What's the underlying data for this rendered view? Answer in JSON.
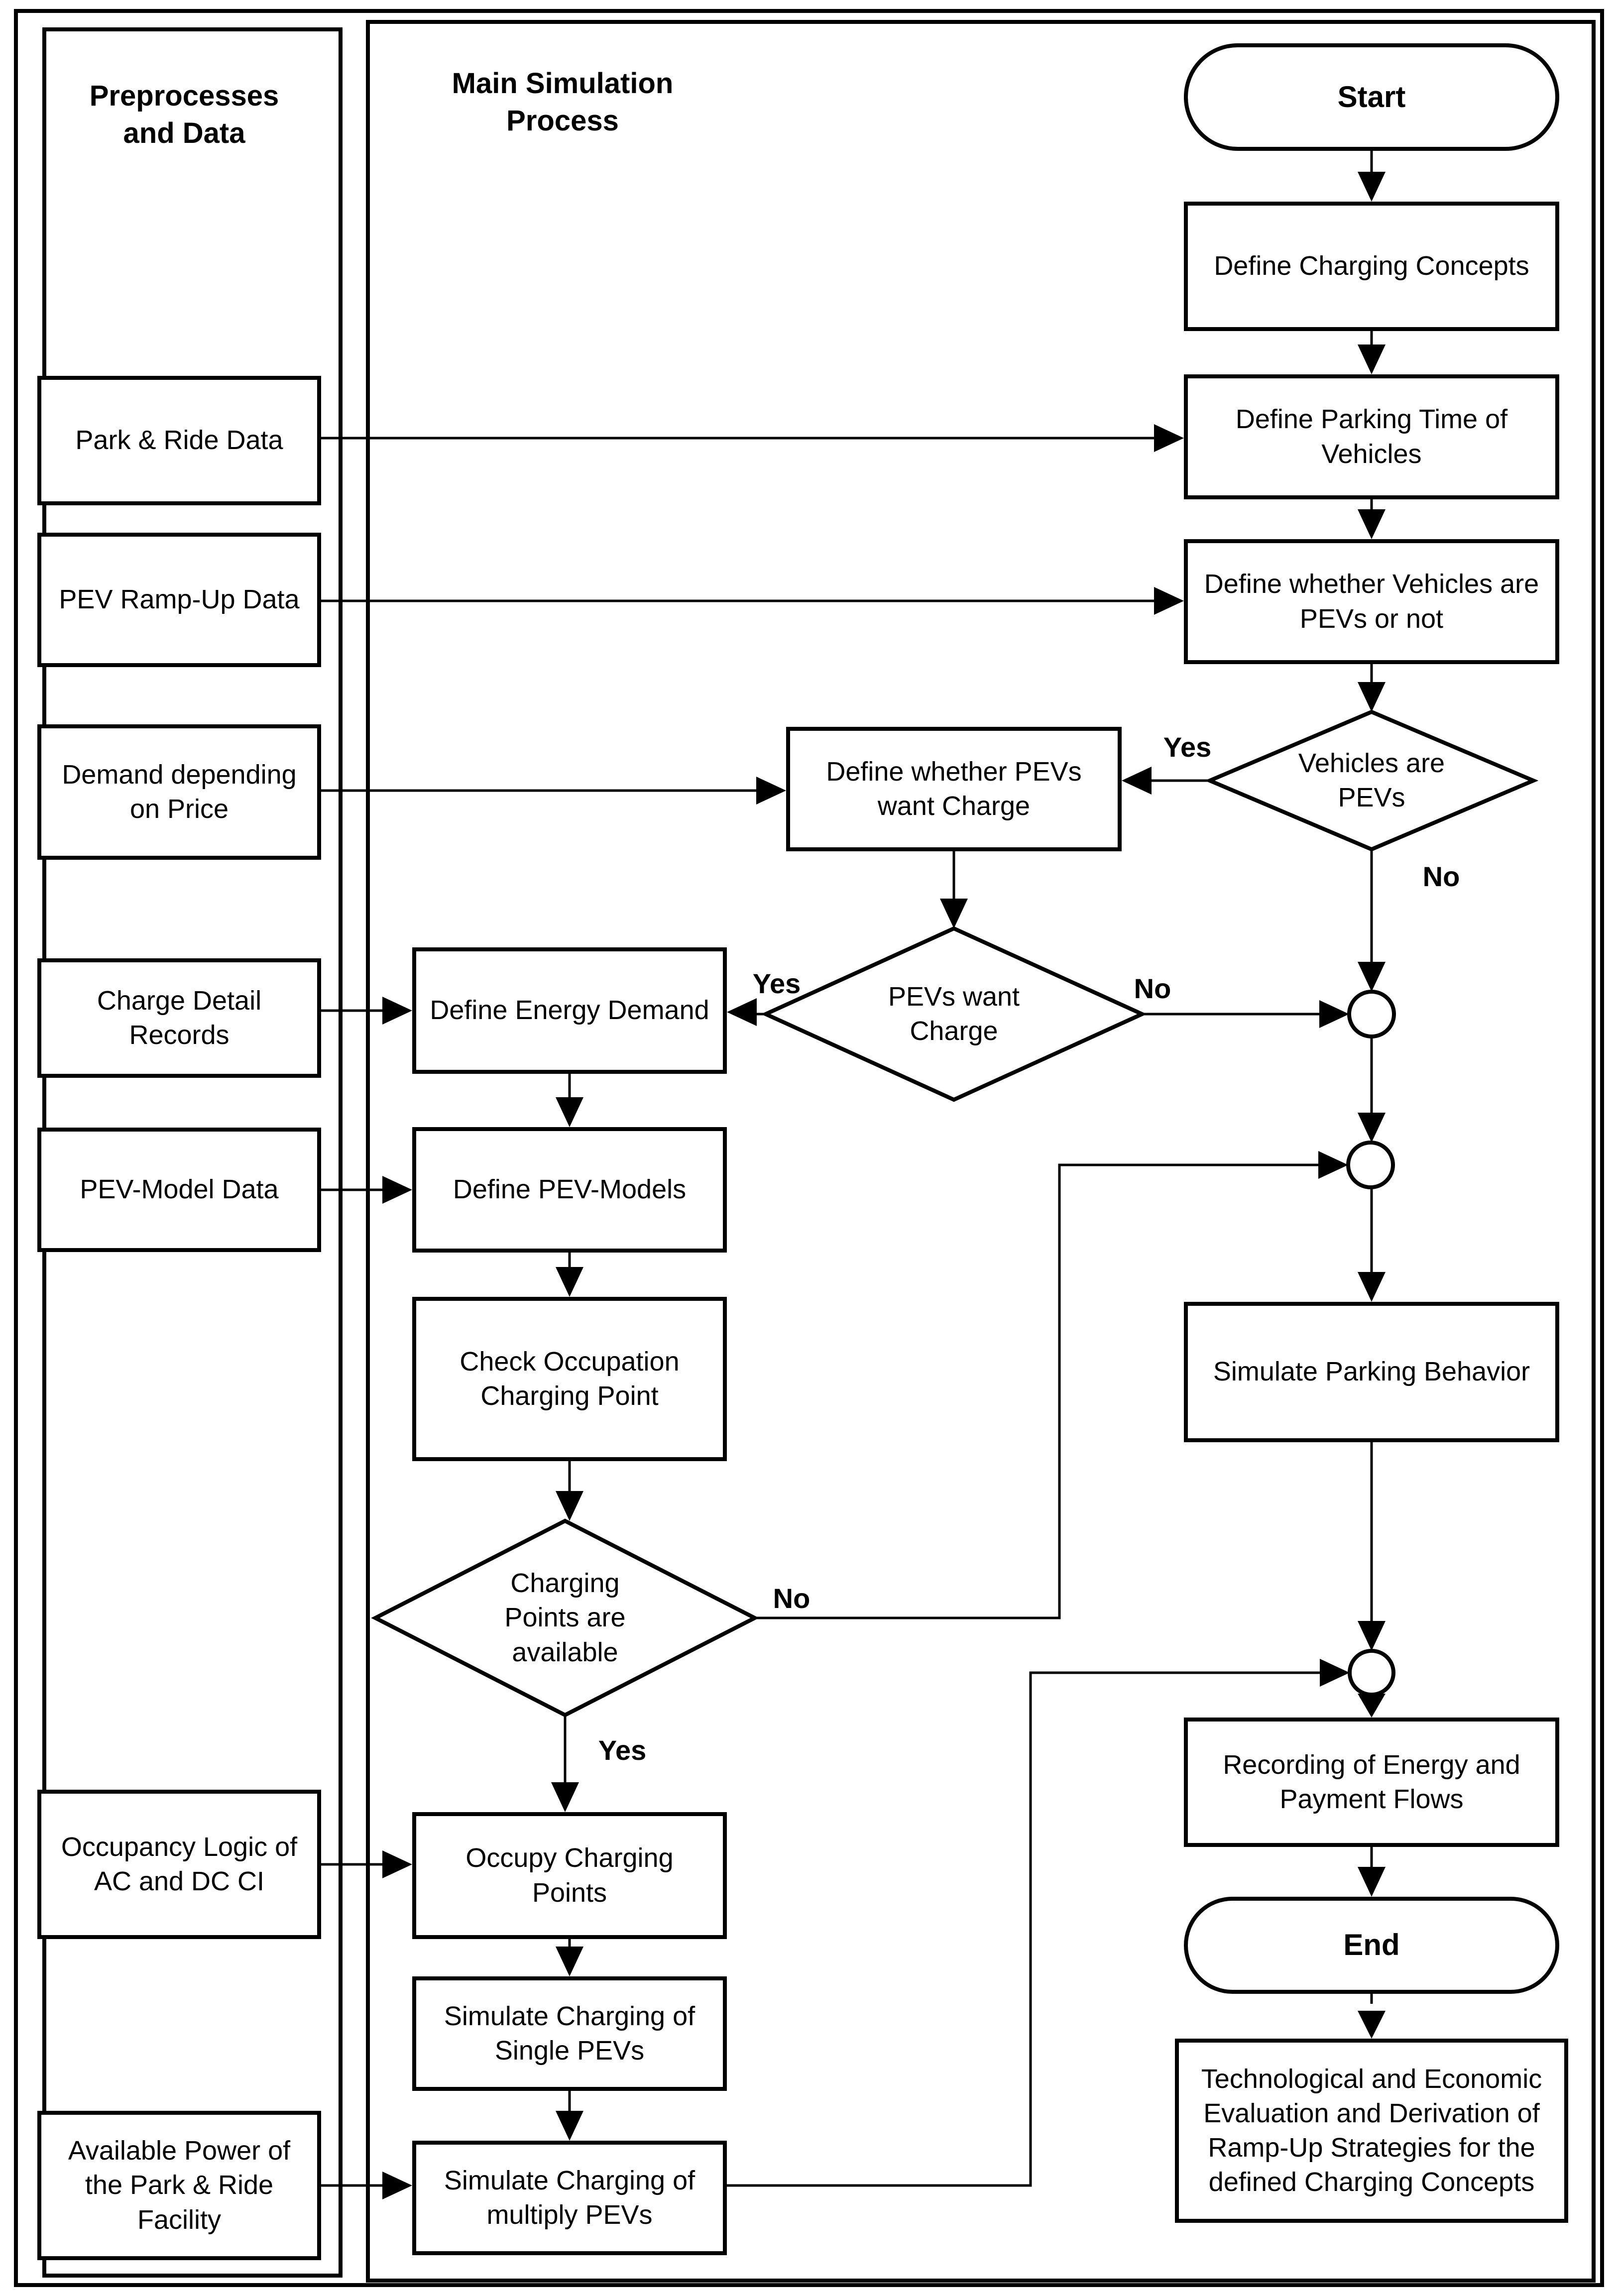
{
  "left_panel": {
    "title_line1": "Preprocesses",
    "title_line2": "and Data",
    "items": [
      {
        "label": "Park & Ride Data"
      },
      {
        "label": "PEV Ramp-Up Data"
      },
      {
        "label": "Demand depending on Price"
      },
      {
        "label": "Charge Detail Records"
      },
      {
        "label": "PEV-Model Data"
      },
      {
        "label": "Occupancy Logic of AC and DC CI"
      },
      {
        "label": "Available Power of the Park & Ride Facility"
      }
    ]
  },
  "main_panel": {
    "title_line1": "Main Simulation",
    "title_line2": "Process",
    "labels": {
      "yes": "Yes",
      "no": "No"
    },
    "terminals": {
      "start": "Start",
      "end": "End"
    },
    "process": {
      "define_charging_concepts": "Define Charging Concepts",
      "define_parking_time": "Define Parking Time of Vehicles",
      "define_whether_pevs": "Define whether Vehicles are PEVs or not",
      "define_want_charge": "Define whether PEVs want Charge",
      "define_energy_demand": "Define Energy Demand",
      "define_pev_models": "Define PEV-Models",
      "check_occupation": "Check Occupation Charging Point",
      "occupy_points": "Occupy Charging Points",
      "simulate_single": "Simulate Charging of Single PEVs",
      "simulate_multiple": "Simulate Charging of multiply PEVs",
      "simulate_parking": "Simulate Parking Behavior",
      "recording": "Recording of Energy and Payment Flows",
      "tech_eval": "Technological and Economic Evaluation and Derivation of Ramp-Up Strategies for the defined Charging Concepts"
    },
    "decisions": {
      "vehicles_are_pevs": "Vehicles are PEVs",
      "pevs_want_charge": "PEVs want Charge",
      "charging_points_available": "Charging Points are available"
    }
  }
}
